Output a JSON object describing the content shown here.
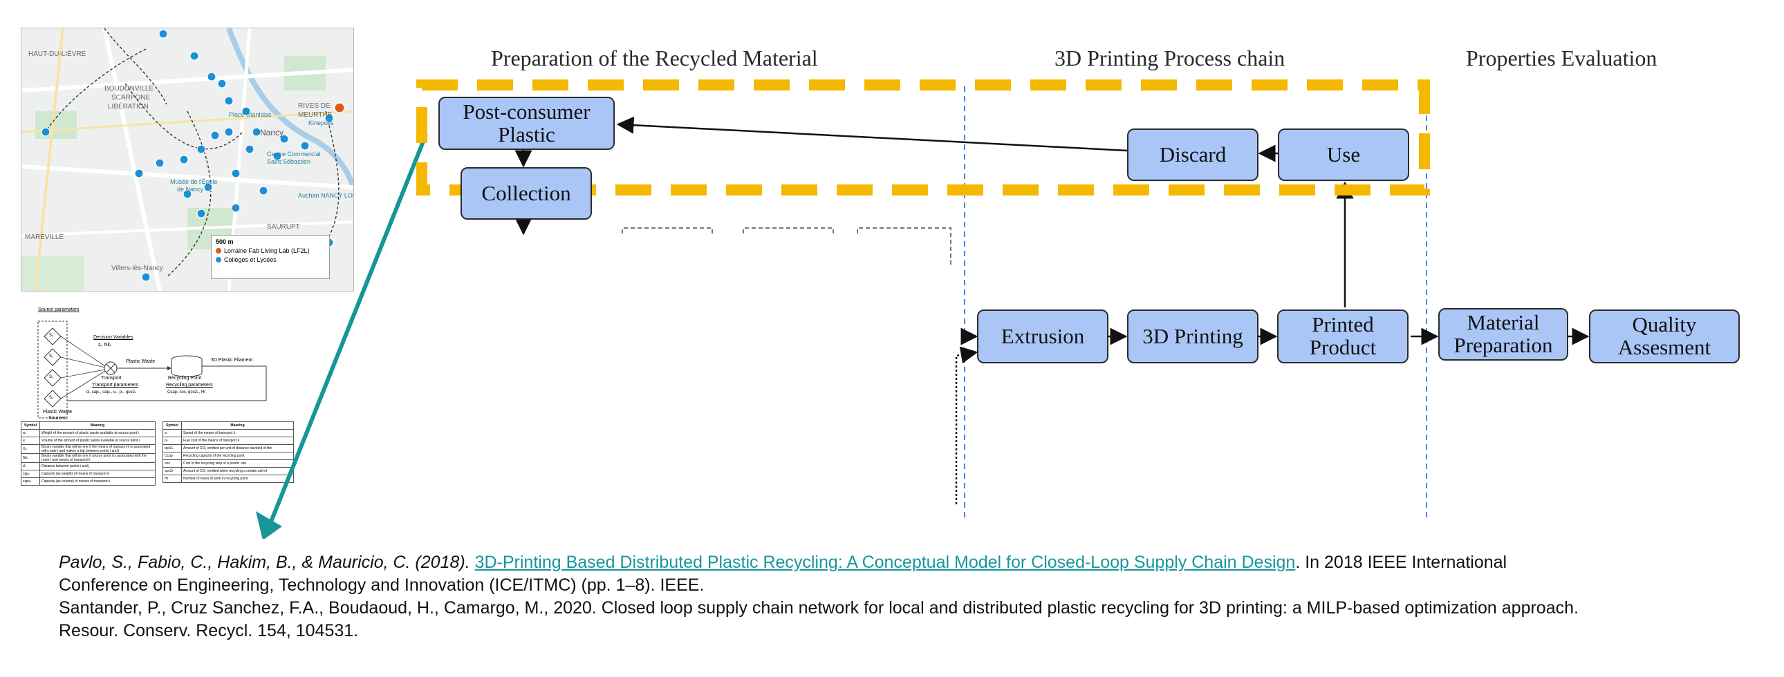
{
  "diagram": {
    "sections": [
      "Preparation of the Recycled Material",
      "3D Printing Process chain",
      "Properties Evaluation"
    ],
    "nodes": {
      "post_consumer": "Post-consumer Plastic",
      "collection": "Collection",
      "discard": "Discard",
      "use": "Use",
      "extrusion": "Extrusion",
      "printing": "3D Printing",
      "printed_product": "Printed Product",
      "material_preparation": "Material Preparation",
      "quality_assessment": "Quality Assesment"
    },
    "colors": {
      "node_fill": "#a9c6f7",
      "highlight_dash": "#f5b800",
      "divider": "#4a86e8",
      "callout": "#17969a"
    }
  },
  "map": {
    "scale": "500 m",
    "legend": [
      {
        "label": "Lorraine Fab Living Lab (LF2L)",
        "color": "#e05a1c"
      },
      {
        "label": "Collèges et Lycées",
        "color": "#1c8fd6"
      }
    ],
    "places": [
      "HAUT-DU-LIÈVRE",
      "BOUDONVILLE",
      "SCARPONE",
      "LIBÉRATION",
      "RIVES DE MEURTHE",
      "Nancy",
      "SAURUPT",
      "MARÉVILLE",
      "Villers-lès-Nancy",
      "Place Stanislas",
      "Centre Commercial Saint Sébastien",
      "Auchan NANCY LOBAU",
      "Musée de l'École de Nancy",
      "Kinepolis"
    ]
  },
  "model": {
    "source_parameters": "Source parameters",
    "decision_variables": "Decision Variables",
    "decision_symbols": "zᵢ, Nkᵢ",
    "transport": "Transport",
    "transport_parameters": "Transport parameters",
    "transport_symbols": "dᵢ, capₖ, capₖ, vₖ, pₖ, qco2ₖ",
    "plastic_waste_flow": "Plastic Waste",
    "recycling_point": "Recycling Point",
    "recycling_parameters": "Recycling parameters",
    "recycling_symbols": "Ccap, cos, qco2ₖ, Hr",
    "filament": "3D Plastic Filament",
    "plastic_waste_sources": "Plastic Waste Sources",
    "source_nodes": [
      "S₁",
      "S₂",
      "S₃",
      "S₄"
    ]
  },
  "tables": {
    "headers": [
      "Symbol",
      "Meaning"
    ],
    "left_rows": [
      [
        "wᵢ",
        "Weight of the amount of plastic waste available at source point i"
      ],
      [
        "vᵢ",
        "Volume of the amount of plastic waste available at source point i"
      ],
      [
        "Xᵢₖ",
        "Binary variable that will be one if the means of transport k is associated with route i and makes a trip between points i and j"
      ],
      [
        "Nkᵢ",
        "Binary variable that will be one if source point i is associated with the route i and means of transport k"
      ],
      [
        "dᵢ",
        "Distance between points i and j"
      ],
      [
        "capₖ",
        "Capacity (as weight) of means of transport k"
      ],
      [
        "capvₖ",
        "Capacity (as volume) of means of transport k"
      ]
    ],
    "right_rows": [
      [
        "vₖ",
        "Speed of the means of transport k"
      ],
      [
        "pₖ",
        "Fuel cost of the means of transport k"
      ],
      [
        "qco2ₖ",
        "Amount of CO₂ emitted per unit of distance traveled of the"
      ],
      [
        "Ccap",
        "Recycling capacity of the recycling point"
      ],
      [
        "cos",
        "Cost of the recycling step of a plastic unit"
      ],
      [
        "qco2r",
        "Amount of CO₂ emitted when recycling a certain unit of"
      ],
      [
        "Hr",
        "Number of hours of work in recycling point"
      ]
    ]
  },
  "citation": {
    "line1_italic": "Pavlo, S., Fabio, C., Hakim, B., & Mauricio, C. (2018). ",
    "line1_link": "3D-Printing Based Distributed Plastic Recycling: A Conceptual Model for Closed-Loop Supply Chain Design",
    "line1_rest": ". In 2018 IEEE International",
    "line2": "Conference on Engineering, Technology and Innovation (ICE/ITMC) (pp. 1–8). IEEE.",
    "line3": "Santander, P., Cruz Sanchez, F.A., Boudaoud, H., Camargo, M., 2020. Closed loop supply chain network for local and distributed plastic recycling for 3D printing: a MILP-based optimization approach.",
    "line4": "Resour. Conserv. Recycl. 154, 104531."
  }
}
